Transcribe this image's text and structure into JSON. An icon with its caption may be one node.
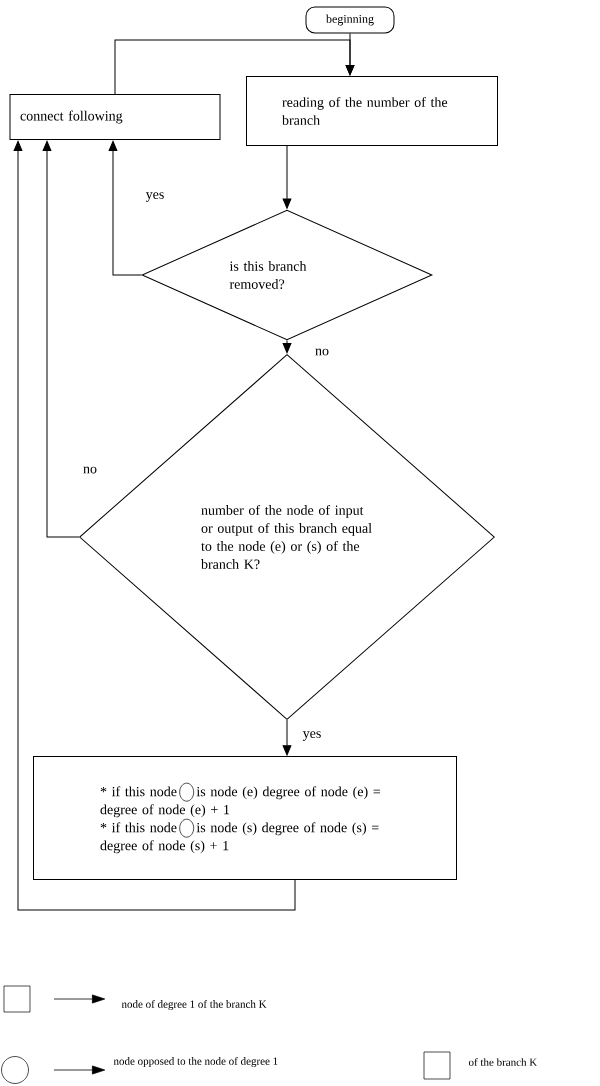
{
  "diagram": {
    "nodes": [
      {
        "text": [
          "beginning"
        ]
      },
      {
        "text": [
          "connect following"
        ]
      },
      {
        "text": [
          "reading  of the number of the branch"
        ]
      },
      {
        "text": [
          "is this branch removed?"
        ]
      },
      {
        "text": [
          "number of the node of input or output of this branch equal to the node (e) or (s) of the branch K?"
        ]
      },
      {
        "text": [
          "* if this node",
          "is node (e) degree of node (e) = degree of node (e) + 1",
          "* if this node",
          "is node (s) degree of node (s) = degree of node (s) + 1"
        ]
      }
    ],
    "edges": [
      {
        "from": 0,
        "to": 2,
        "arrow": "to"
      },
      {
        "from": 1,
        "to": 2,
        "arrow": "to"
      },
      {
        "from": 2,
        "to": 3,
        "arrow": "to"
      },
      {
        "from": 3,
        "to": 1,
        "arrow": "to",
        "label": "yes"
      },
      {
        "from": 3,
        "to": 4,
        "arrow": "to",
        "label": "no"
      },
      {
        "from": 4,
        "to": 1,
        "arrow": "to",
        "label": "no"
      },
      {
        "from": 4,
        "to": 5,
        "arrow": "to",
        "label": "yes"
      },
      {
        "from": 5,
        "to": 1,
        "arrow": "to"
      }
    ],
    "labels": [
      "of the branch K"
    ],
    "legend": [
      {
        "text": "node of degree 1 of the branch K"
      },
      {
        "text": "node opposed to the node of degree 1"
      }
    ]
  }
}
